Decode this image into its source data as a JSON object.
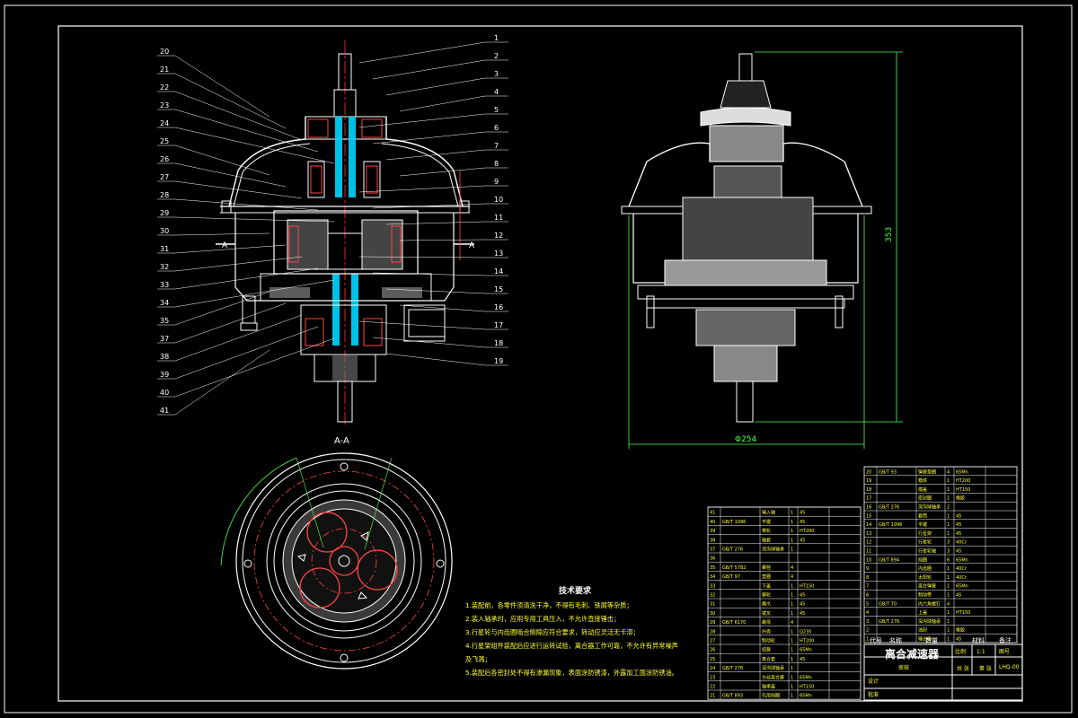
{
  "drawing": {
    "section_label": "A-A",
    "section_mark_left": "A",
    "section_mark_right": "A",
    "title_main": "离合减速器",
    "callouts_left": [
      "20",
      "21",
      "22",
      "23",
      "24",
      "25",
      "26",
      "27",
      "28",
      "29",
      "30",
      "31",
      "32",
      "33",
      "34",
      "35",
      "37",
      "38",
      "39",
      "40",
      "41"
    ],
    "callouts_right": [
      "1",
      "2",
      "3",
      "4",
      "5",
      "6",
      "7",
      "8",
      "9",
      "10",
      "11",
      "12",
      "13",
      "14",
      "15",
      "16",
      "17",
      "18",
      "19"
    ],
    "dim_height": "353",
    "dim_width": "Φ254"
  },
  "notes": {
    "title": "技术要求",
    "lines": [
      "1.装配前，各零件须清洗干净，不得有毛刺、铁屑等杂质；",
      "2.装入轴承时，应用专用工具压入，不允许直接锤击；",
      "3.行星轮与内齿圈啮合侧隙应符合要求，转动应灵活无卡滞；",
      "4.行星架组件装配后应进行运转试验，离合器工作可靠，不允许有异常噪声",
      "及飞溅；",
      "5.装配后各密封处不得有渗漏现象，表面涂防锈漆，外露加工面涂防锈油。"
    ]
  },
  "title_block": {
    "header": [
      "代号",
      "名称",
      "数量",
      "材料",
      "备注"
    ],
    "scale_label": "比例",
    "scale_value": "1:1",
    "sheet_label": "图号",
    "sheet_value": "LHQ-00",
    "designer_label": "设计",
    "checker_label": "审核",
    "approve_label": "批准",
    "mass_label": "共 张",
    "sheet_count_label": "第 张"
  },
  "parts_right": [
    {
      "no": "20",
      "code": "GB/T 93",
      "name": "弹簧垫圈",
      "qty": "4",
      "mat": "65Mn"
    },
    {
      "no": "19",
      "code": "",
      "name": "箱体",
      "qty": "1",
      "mat": "HT200"
    },
    {
      "no": "18",
      "code": "",
      "name": "端盖",
      "qty": "1",
      "mat": "HT150"
    },
    {
      "no": "17",
      "code": "",
      "name": "密封圈",
      "qty": "1",
      "mat": "橡胶"
    },
    {
      "no": "16",
      "code": "GB/T 276",
      "name": "深沟球轴承",
      "qty": "2",
      "mat": ""
    },
    {
      "no": "15",
      "code": "",
      "name": "套筒",
      "qty": "1",
      "mat": "45"
    },
    {
      "no": "14",
      "code": "GB/T 1096",
      "name": "平键",
      "qty": "1",
      "mat": "45"
    },
    {
      "no": "13",
      "code": "",
      "name": "行星架",
      "qty": "1",
      "mat": "45"
    },
    {
      "no": "12",
      "code": "",
      "name": "行星轮",
      "qty": "3",
      "mat": "40Cr"
    },
    {
      "no": "11",
      "code": "",
      "name": "行星轮轴",
      "qty": "3",
      "mat": "45"
    },
    {
      "no": "10",
      "code": "GB/T 894",
      "name": "挡圈",
      "qty": "6",
      "mat": "65Mn"
    },
    {
      "no": "9",
      "code": "",
      "name": "内齿圈",
      "qty": "1",
      "mat": "40Cr"
    },
    {
      "no": "8",
      "code": "",
      "name": "太阳轮",
      "qty": "1",
      "mat": "40Cr"
    },
    {
      "no": "7",
      "code": "",
      "name": "离合弹簧",
      "qty": "1",
      "mat": "65Mn"
    },
    {
      "no": "6",
      "code": "",
      "name": "制动带",
      "qty": "1",
      "mat": "45"
    },
    {
      "no": "5",
      "code": "GB/T 70",
      "name": "内六角螺钉",
      "qty": "4",
      "mat": ""
    },
    {
      "no": "4",
      "code": "",
      "name": "上盖",
      "qty": "1",
      "mat": "HT150"
    },
    {
      "no": "3",
      "code": "GB/T 276",
      "name": "深沟球轴承",
      "qty": "1",
      "mat": ""
    },
    {
      "no": "2",
      "code": "",
      "name": "油封",
      "qty": "1",
      "mat": "橡胶"
    },
    {
      "no": "1",
      "code": "",
      "name": "输出轴",
      "qty": "1",
      "mat": "45"
    }
  ],
  "parts_left": [
    {
      "no": "41",
      "code": "",
      "name": "输入轴",
      "qty": "1",
      "mat": "45"
    },
    {
      "no": "40",
      "code": "GB/T 1096",
      "name": "平键",
      "qty": "1",
      "mat": "45"
    },
    {
      "no": "39",
      "code": "",
      "name": "带轮",
      "qty": "1",
      "mat": "HT200"
    },
    {
      "no": "38",
      "code": "",
      "name": "轴套",
      "qty": "1",
      "mat": "45"
    },
    {
      "no": "37",
      "code": "GB/T 276",
      "name": "深沟球轴承",
      "qty": "1",
      "mat": ""
    },
    {
      "no": "36",
      "code": "",
      "name": "",
      "qty": "",
      "mat": ""
    },
    {
      "no": "35",
      "code": "GB/T 5782",
      "name": "螺栓",
      "qty": "4",
      "mat": ""
    },
    {
      "no": "34",
      "code": "GB/T 97",
      "name": "垫圈",
      "qty": "4",
      "mat": ""
    },
    {
      "no": "33",
      "code": "",
      "name": "下盖",
      "qty": "1",
      "mat": "HT150"
    },
    {
      "no": "32",
      "code": "",
      "name": "棘轮",
      "qty": "1",
      "mat": "45"
    },
    {
      "no": "31",
      "code": "",
      "name": "棘爪",
      "qty": "1",
      "mat": "45"
    },
    {
      "no": "30",
      "code": "",
      "name": "拨叉",
      "qty": "1",
      "mat": "45"
    },
    {
      "no": "29",
      "code": "GB/T 6170",
      "name": "螺母",
      "qty": "4",
      "mat": ""
    },
    {
      "no": "28",
      "code": "",
      "name": "外壳",
      "qty": "1",
      "mat": "Q235"
    },
    {
      "no": "27",
      "code": "",
      "name": "制动轮",
      "qty": "1",
      "mat": "HT200"
    },
    {
      "no": "26",
      "code": "",
      "name": "扭簧",
      "qty": "1",
      "mat": "65Mn"
    },
    {
      "no": "25",
      "code": "",
      "name": "离合套",
      "qty": "1",
      "mat": "45"
    },
    {
      "no": "24",
      "code": "GB/T 276",
      "name": "深沟球轴承",
      "qty": "1",
      "mat": ""
    },
    {
      "no": "23",
      "code": "",
      "name": "方丝离合簧",
      "qty": "1",
      "mat": "65Mn"
    },
    {
      "no": "22",
      "code": "",
      "name": "轴承盖",
      "qty": "1",
      "mat": "HT150"
    },
    {
      "no": "21",
      "code": "GB/T 893",
      "name": "孔用挡圈",
      "qty": "1",
      "mat": "65Mn"
    }
  ]
}
